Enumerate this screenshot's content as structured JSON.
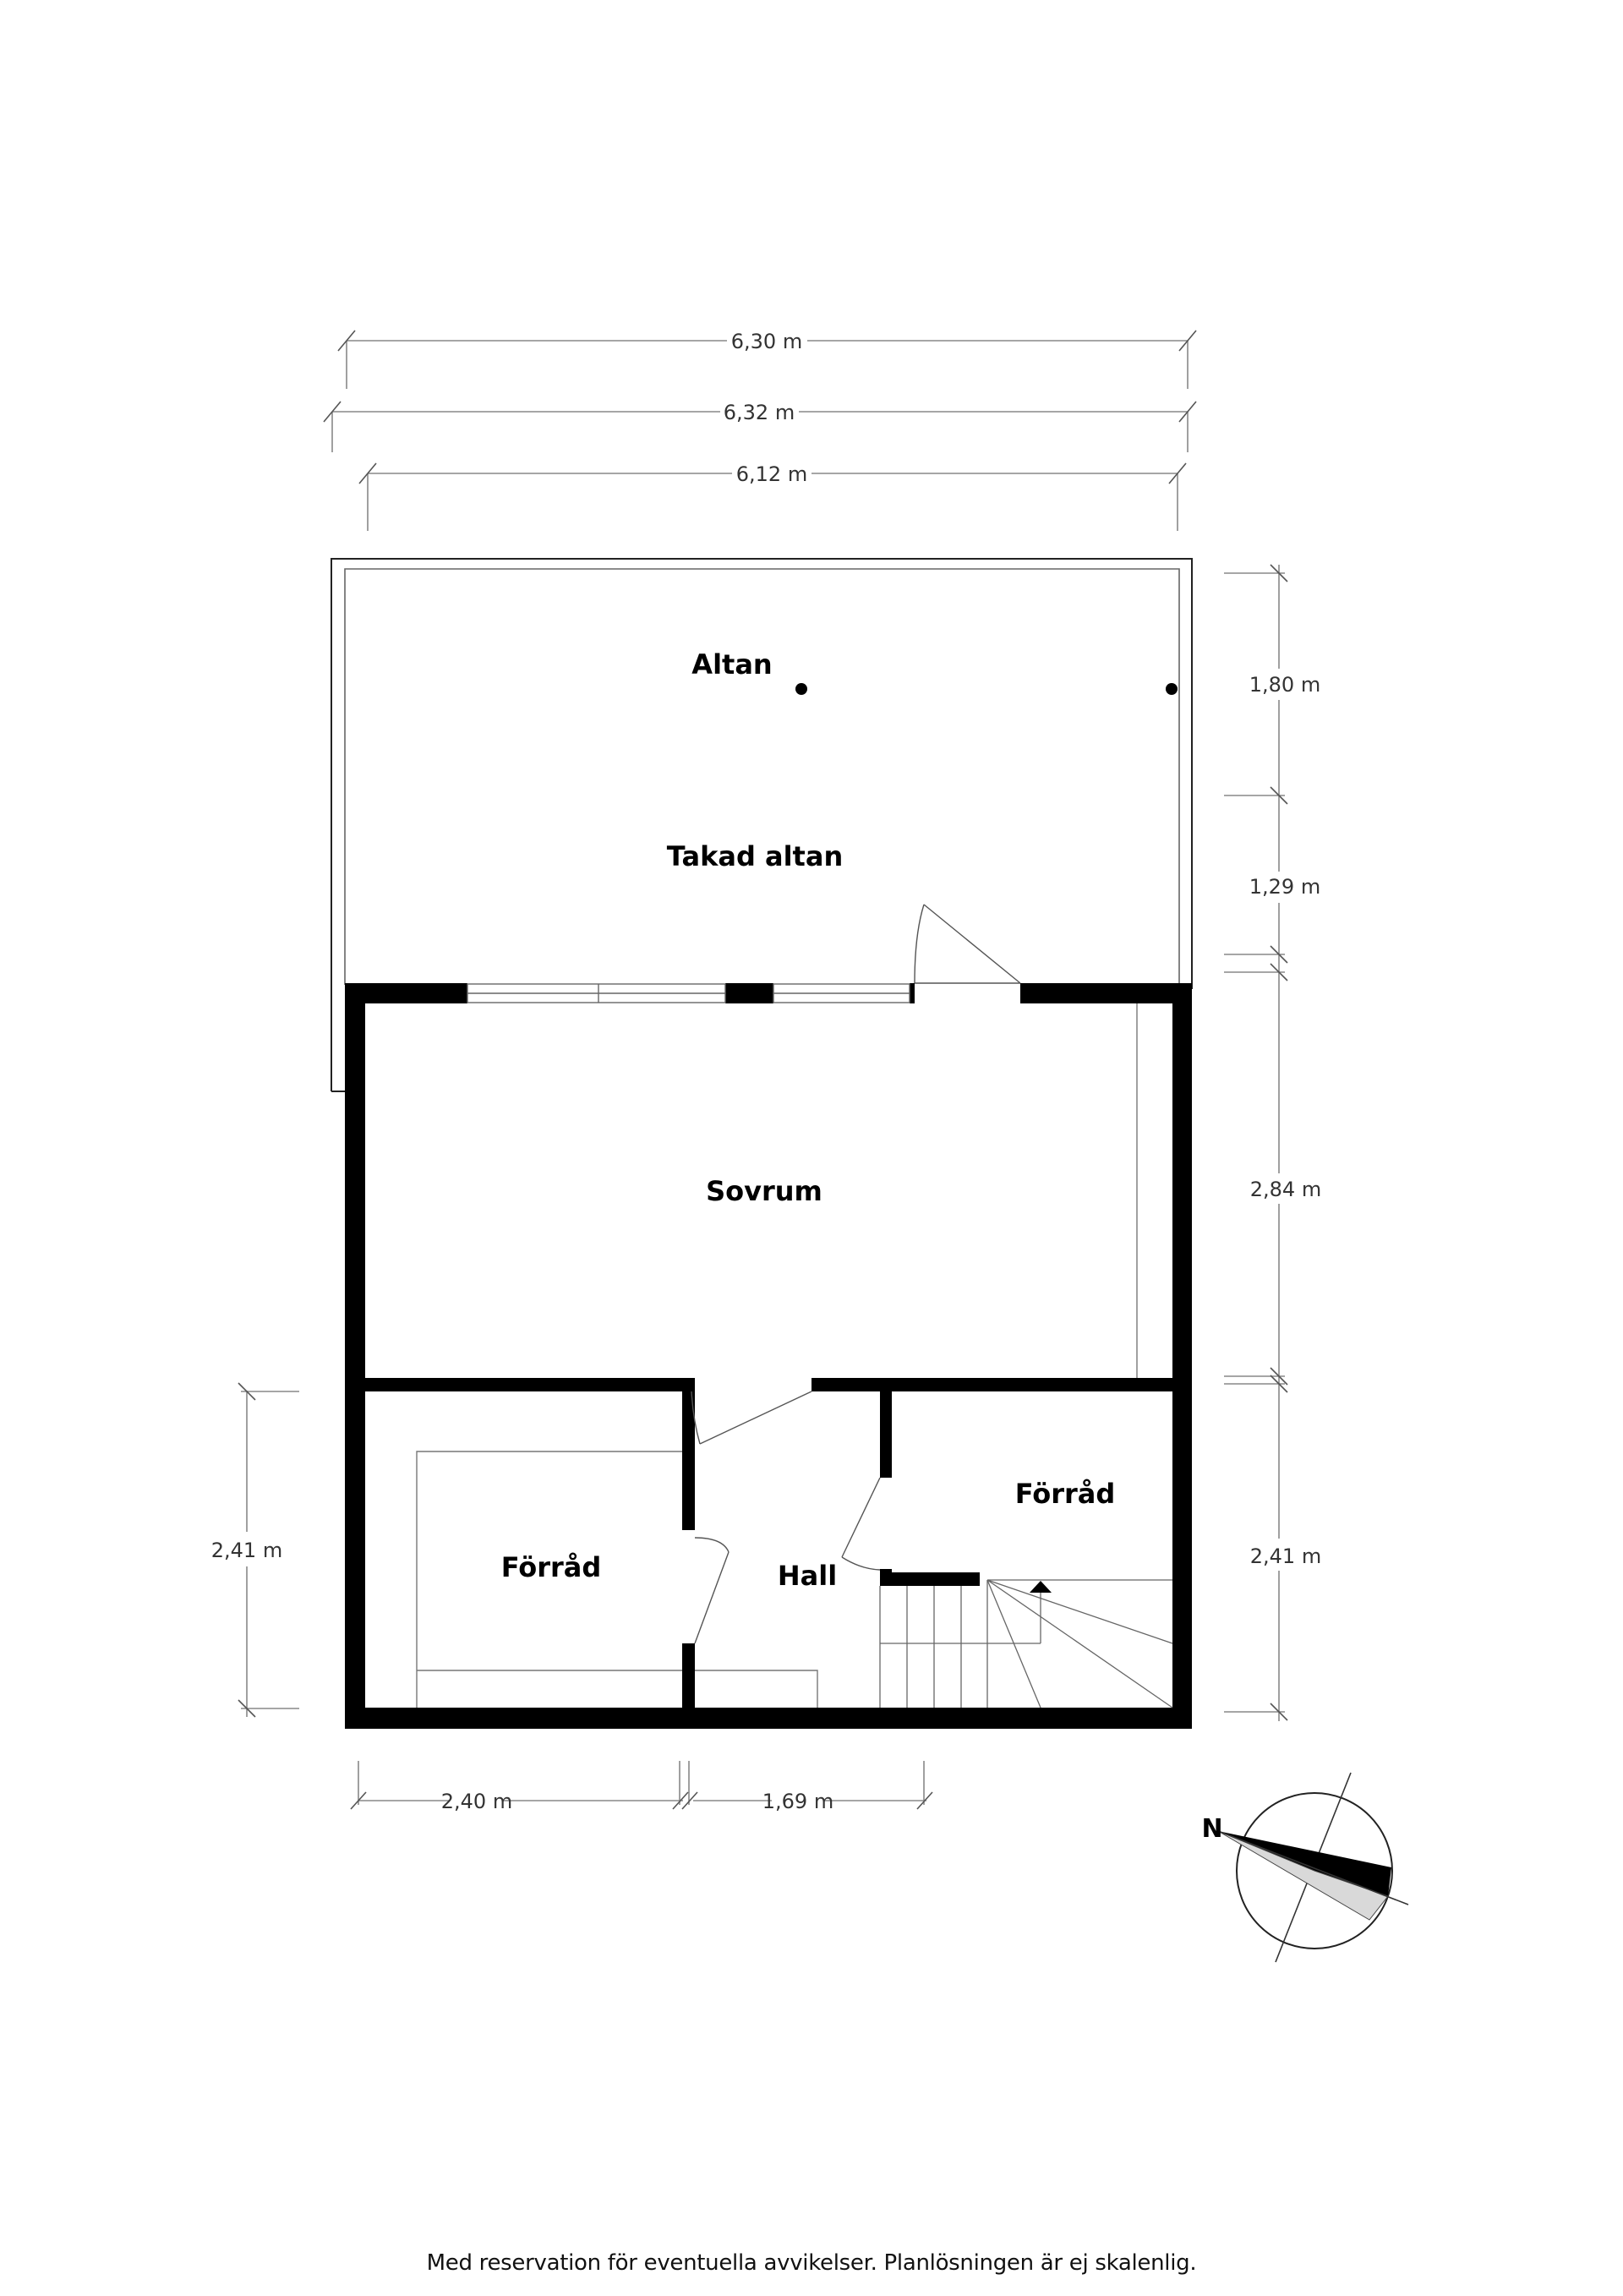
{
  "colors": {
    "wall": "#000000",
    "thin_line": "#555555",
    "dimension_line": "#888888",
    "dimension_text": "#333333",
    "compass_dark": "#000000",
    "compass_light": "#d9d9d9",
    "background": "#ffffff"
  },
  "rooms": {
    "altan": "Altan",
    "takad_altan": "Takad altan",
    "sovrum": "Sovrum",
    "forrad_left": "Förråd",
    "hall": "Hall",
    "forrad_right": "Förråd"
  },
  "dimensions": {
    "top_1": "6,30 m",
    "top_2": "6,32 m",
    "top_3": "6,12 m",
    "right_1": "1,80 m",
    "right_2": "1,29 m",
    "right_3": "2,84 m",
    "right_4": "2,41 m",
    "left_1": "2,41 m",
    "bottom_1": "2,40 m",
    "bottom_2": "1,69 m"
  },
  "compass": {
    "north_label": "N"
  },
  "footer": {
    "disclaimer": "Med reservation för eventuella avvikelser. Planlösningen är ej skalenlig."
  }
}
